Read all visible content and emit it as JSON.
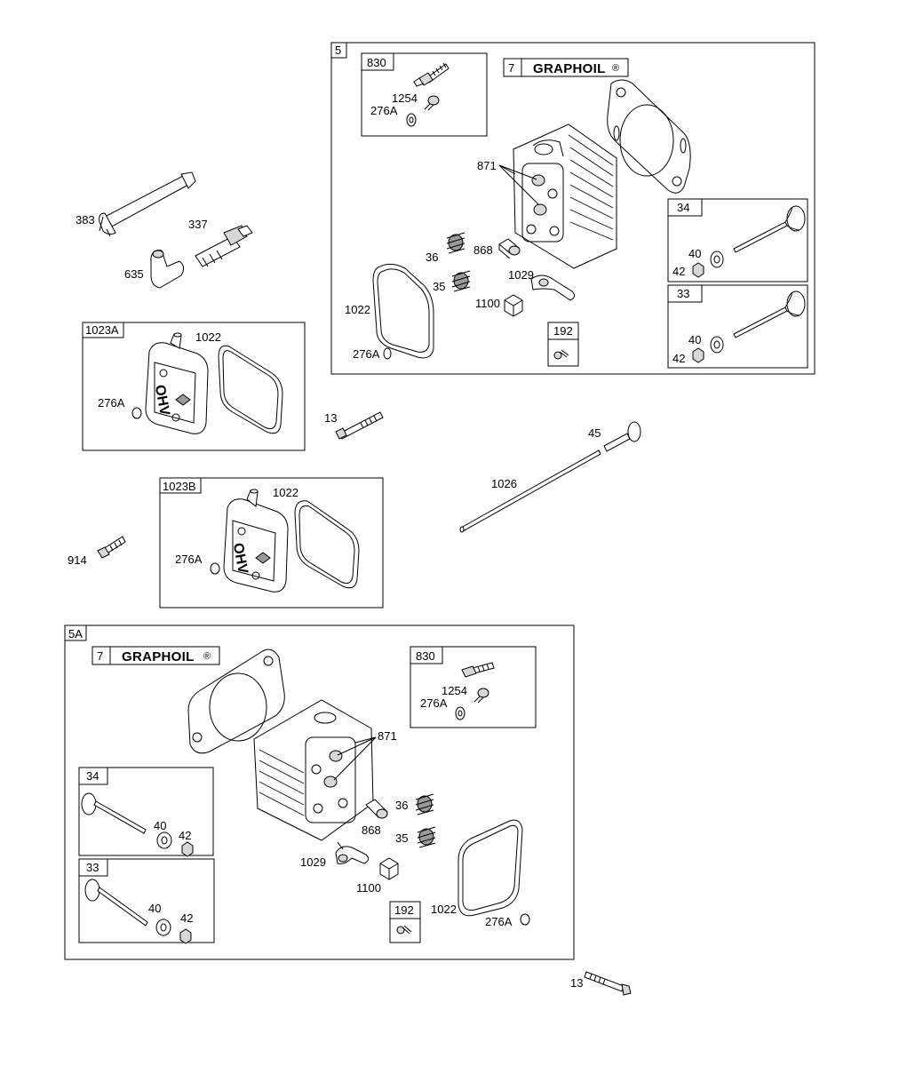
{
  "diagram": {
    "group_5": {
      "box_label": "5",
      "kit_830": {
        "box_label": "830",
        "parts": [
          "1254",
          "276A"
        ]
      },
      "graphoil": {
        "number": "7",
        "name": "GRAPHOIL",
        "mark": "®"
      },
      "callouts": [
        "871",
        "36",
        "868",
        "35",
        "1029",
        "1100",
        "1022",
        "276A"
      ],
      "kit_192": {
        "box_label": "192"
      },
      "kit_34": {
        "box_label": "34",
        "parts": [
          "40",
          "42"
        ]
      },
      "kit_33": {
        "box_label": "33",
        "parts": [
          "40",
          "42"
        ]
      }
    },
    "loose_upper": [
      "383",
      "337",
      "635"
    ],
    "kit_1023A": {
      "box_label": "1023A",
      "parts": [
        "1022",
        "276A"
      ]
    },
    "part_13_upper": "13",
    "pushrod": [
      "45",
      "1026"
    ],
    "kit_1023B": {
      "box_label": "1023B",
      "parts": [
        "1022",
        "276A"
      ]
    },
    "part_914": "914",
    "group_5A": {
      "box_label": "5A",
      "graphoil": {
        "number": "7",
        "name": "GRAPHOIL",
        "mark": "®"
      },
      "kit_830": {
        "box_label": "830",
        "parts": [
          "1254",
          "276A"
        ]
      },
      "callouts": [
        "871",
        "36",
        "868",
        "35",
        "1029",
        "1100",
        "1022",
        "276A"
      ],
      "kit_192": {
        "box_label": "192"
      },
      "kit_34": {
        "box_label": "34",
        "parts": [
          "40",
          "42"
        ]
      },
      "kit_33": {
        "box_label": "33",
        "parts": [
          "40",
          "42"
        ]
      }
    },
    "part_13_lower": "13"
  }
}
